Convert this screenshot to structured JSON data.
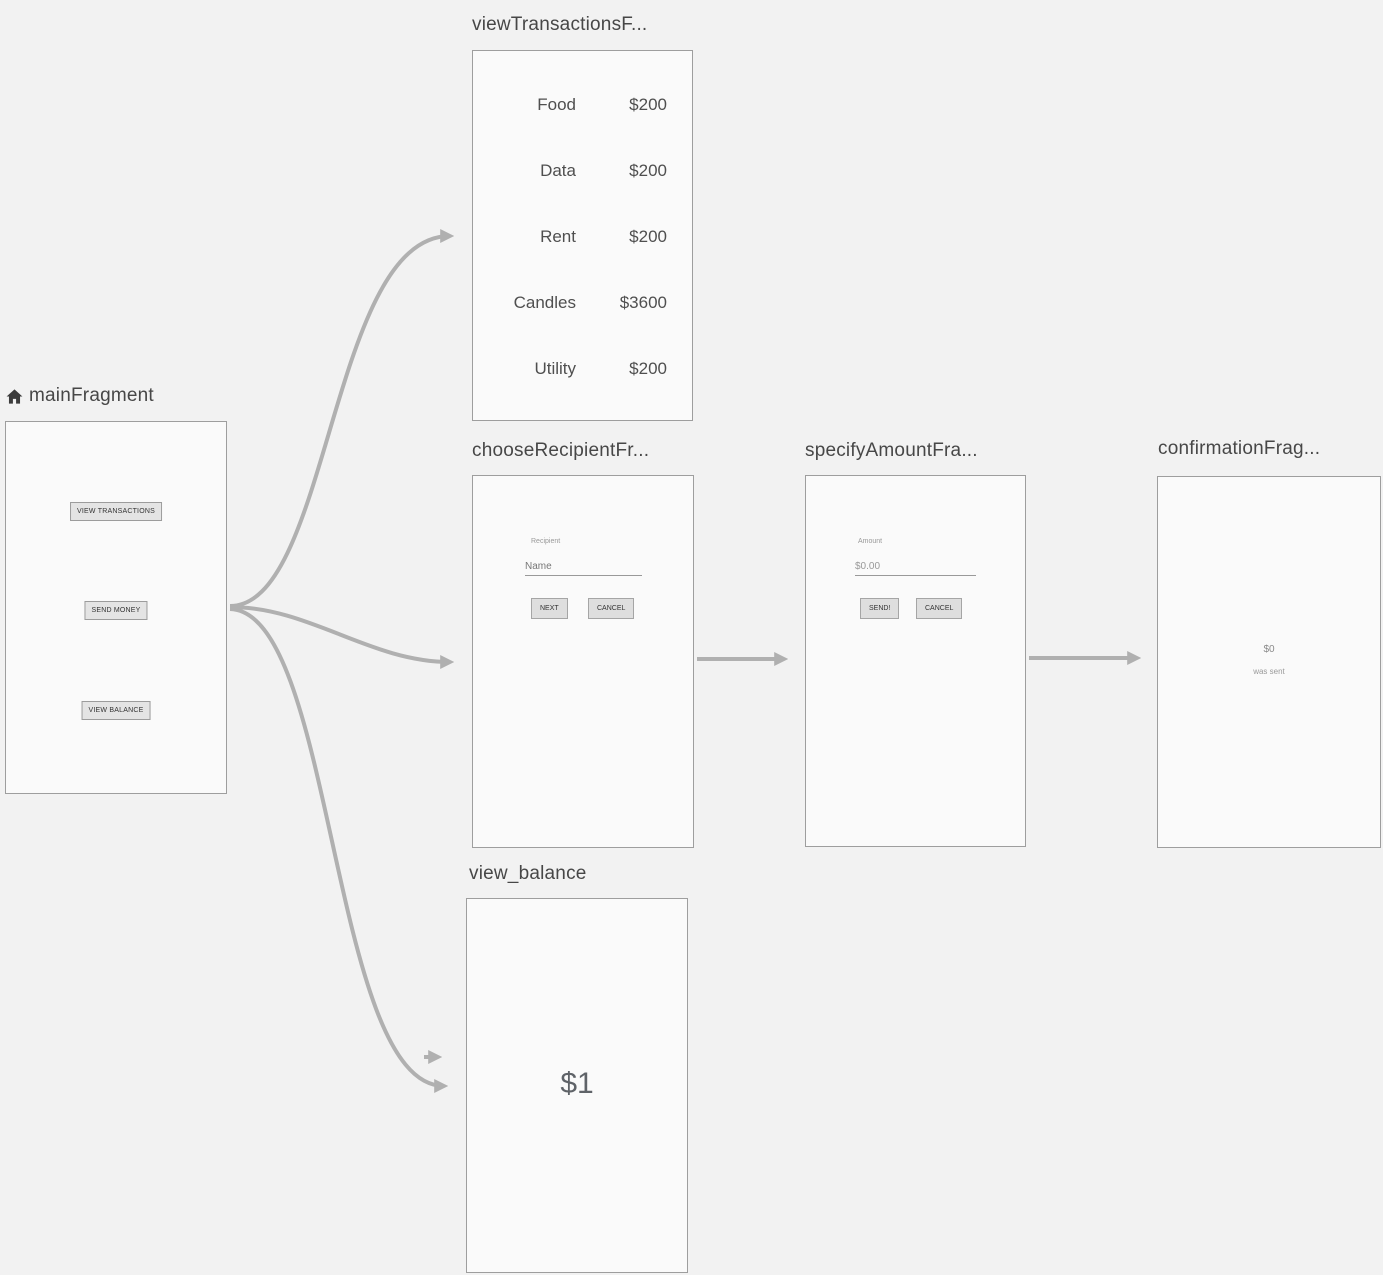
{
  "canvas": {
    "bg_color": "#f2f2f2",
    "arrow_color": "#b0b0b0"
  },
  "fragments": {
    "main": {
      "title": "mainFragment",
      "view_transactions_button": "VIEW TRANSACTIONS",
      "send_money_button": "SEND MONEY",
      "view_balance_button": "VIEW BALANCE"
    },
    "view_transactions": {
      "title": "viewTransactionsF...",
      "rows": [
        {
          "label": "Food",
          "amount": "$200"
        },
        {
          "label": "Data",
          "amount": "$200"
        },
        {
          "label": "Rent",
          "amount": "$200"
        },
        {
          "label": "Candles",
          "amount": "$3600"
        },
        {
          "label": "Utility",
          "amount": "$200"
        }
      ]
    },
    "choose_recipient": {
      "title": "chooseRecipientFr...",
      "field_label": "Recipient",
      "field_value": "Name",
      "next_button": "NEXT",
      "cancel_button": "CANCEL"
    },
    "specify_amount": {
      "title": "specifyAmountFra...",
      "field_label": "Amount",
      "field_value": "$0.00",
      "send_button": "SEND!",
      "cancel_button": "CANCEL"
    },
    "confirmation": {
      "title": "confirmationFrag...",
      "amount": "$0",
      "message": "was sent"
    },
    "view_balance": {
      "title": "view_balance",
      "balance": "$1"
    }
  }
}
